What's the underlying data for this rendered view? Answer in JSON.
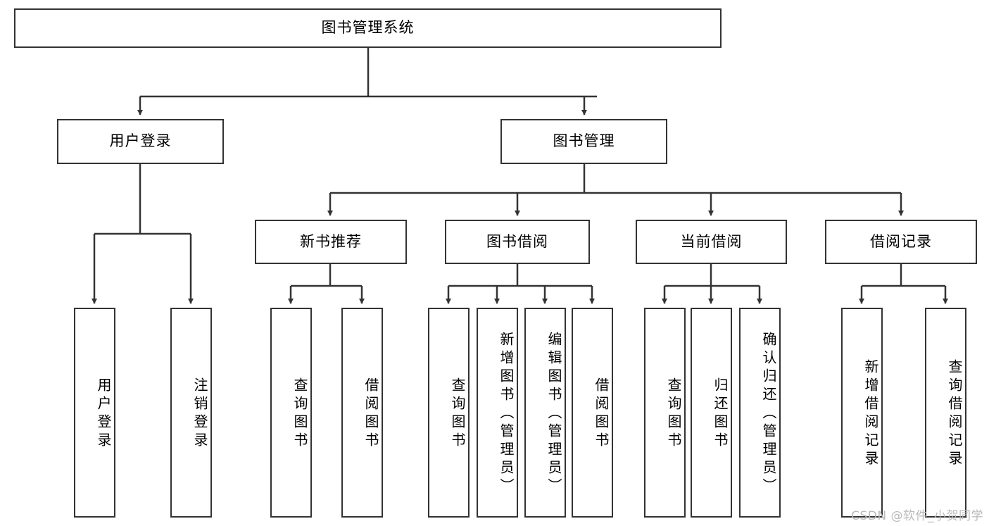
{
  "diagram": {
    "title": "图书管理系统",
    "type": "hierarchy-tree",
    "watermark": "CSDN @软件_小贺同学",
    "colors": {
      "stroke": "#333333",
      "fill": "#ffffff",
      "text": "#000000",
      "watermark": "#b9b9b9"
    },
    "nodes": {
      "root": {
        "label": "图书管理系统",
        "level": 0,
        "orientation": "horizontal"
      },
      "l1_0": {
        "label": "用户登录",
        "level": 1,
        "orientation": "horizontal"
      },
      "l1_1": {
        "label": "图书管理",
        "level": 1,
        "orientation": "horizontal"
      },
      "l2_0": {
        "label": "新书推荐",
        "level": 2,
        "orientation": "horizontal"
      },
      "l2_1": {
        "label": "图书借阅",
        "level": 2,
        "orientation": "horizontal"
      },
      "l2_2": {
        "label": "当前借阅",
        "level": 2,
        "orientation": "horizontal"
      },
      "l2_3": {
        "label": "借阅记录",
        "level": 2,
        "orientation": "horizontal"
      },
      "leaf_0": {
        "label": "用户登录",
        "level": 3,
        "orientation": "vertical"
      },
      "leaf_1": {
        "label": "注销登录",
        "level": 3,
        "orientation": "vertical"
      },
      "leaf_2": {
        "label": "查询图书",
        "level": 3,
        "orientation": "vertical"
      },
      "leaf_3": {
        "label": "借阅图书",
        "level": 3,
        "orientation": "vertical"
      },
      "leaf_4": {
        "label": "查询图书",
        "level": 3,
        "orientation": "vertical"
      },
      "leaf_5": {
        "label": "新增图书（管理员）",
        "level": 3,
        "orientation": "vertical"
      },
      "leaf_6": {
        "label": "编辑图书（管理员）",
        "level": 3,
        "orientation": "vertical"
      },
      "leaf_7": {
        "label": "借阅图书",
        "level": 3,
        "orientation": "vertical"
      },
      "leaf_8": {
        "label": "查询图书",
        "level": 3,
        "orientation": "vertical"
      },
      "leaf_9": {
        "label": "归还图书",
        "level": 3,
        "orientation": "vertical"
      },
      "leaf_10": {
        "label": "确认归还（管理员）",
        "level": 3,
        "orientation": "vertical"
      },
      "leaf_11": {
        "label": "新增借阅记录",
        "level": 3,
        "orientation": "vertical"
      },
      "leaf_12": {
        "label": "查询借阅记录",
        "level": 3,
        "orientation": "vertical"
      }
    },
    "edges": [
      {
        "from": "root",
        "to": "l1_0"
      },
      {
        "from": "root",
        "to": "l1_1"
      },
      {
        "from": "l1_1",
        "to": "l2_0"
      },
      {
        "from": "l1_1",
        "to": "l2_1"
      },
      {
        "from": "l1_1",
        "to": "l2_2"
      },
      {
        "from": "l1_1",
        "to": "l2_3"
      },
      {
        "from": "l1_0",
        "to": "leaf_0"
      },
      {
        "from": "l1_0",
        "to": "leaf_1"
      },
      {
        "from": "l2_0",
        "to": "leaf_2"
      },
      {
        "from": "l2_0",
        "to": "leaf_3"
      },
      {
        "from": "l2_1",
        "to": "leaf_4"
      },
      {
        "from": "l2_1",
        "to": "leaf_5"
      },
      {
        "from": "l2_1",
        "to": "leaf_6"
      },
      {
        "from": "l2_1",
        "to": "leaf_7"
      },
      {
        "from": "l2_2",
        "to": "leaf_8"
      },
      {
        "from": "l2_2",
        "to": "leaf_9"
      },
      {
        "from": "l2_2",
        "to": "leaf_10"
      },
      {
        "from": "l2_3",
        "to": "leaf_11"
      },
      {
        "from": "l2_3",
        "to": "leaf_12"
      }
    ]
  }
}
